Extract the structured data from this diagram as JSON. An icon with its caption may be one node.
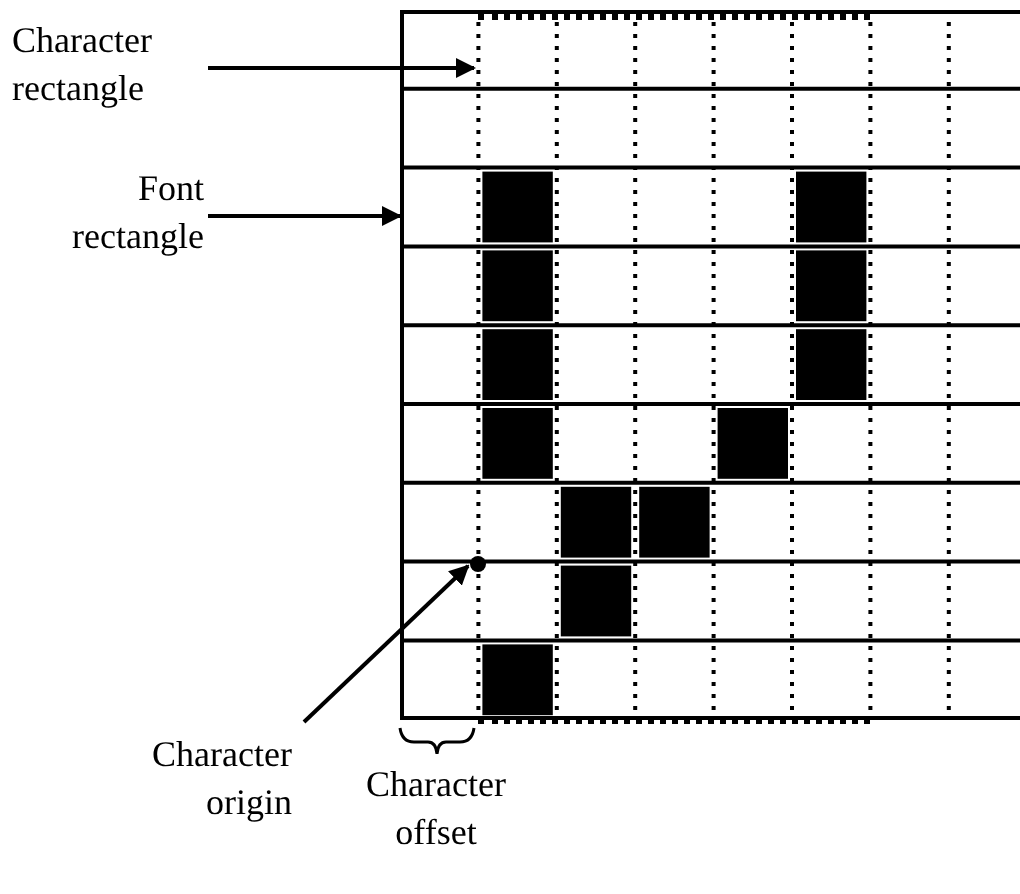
{
  "diagram": {
    "nodes": [
      {
        "text": [
          "Character rectangle"
        ]
      },
      {
        "text": [
          "Font rectangle"
        ]
      },
      {
        "text": [
          "Character origin"
        ]
      },
      {
        "text": [],
        "shape": "box"
      },
      {
        "text": [],
        "shape": "box",
        "in": 3
      },
      {
        "text": [],
        "shape": "circle",
        "in": 3
      }
    ],
    "edges": [
      {
        "from": 0,
        "to": 4,
        "arrow": "to"
      },
      {
        "from": 1,
        "to": 3,
        "arrow": "to"
      },
      {
        "from": 2,
        "to": 5,
        "arrow": "to"
      }
    ],
    "labels": [
      "Character offset"
    ]
  }
}
